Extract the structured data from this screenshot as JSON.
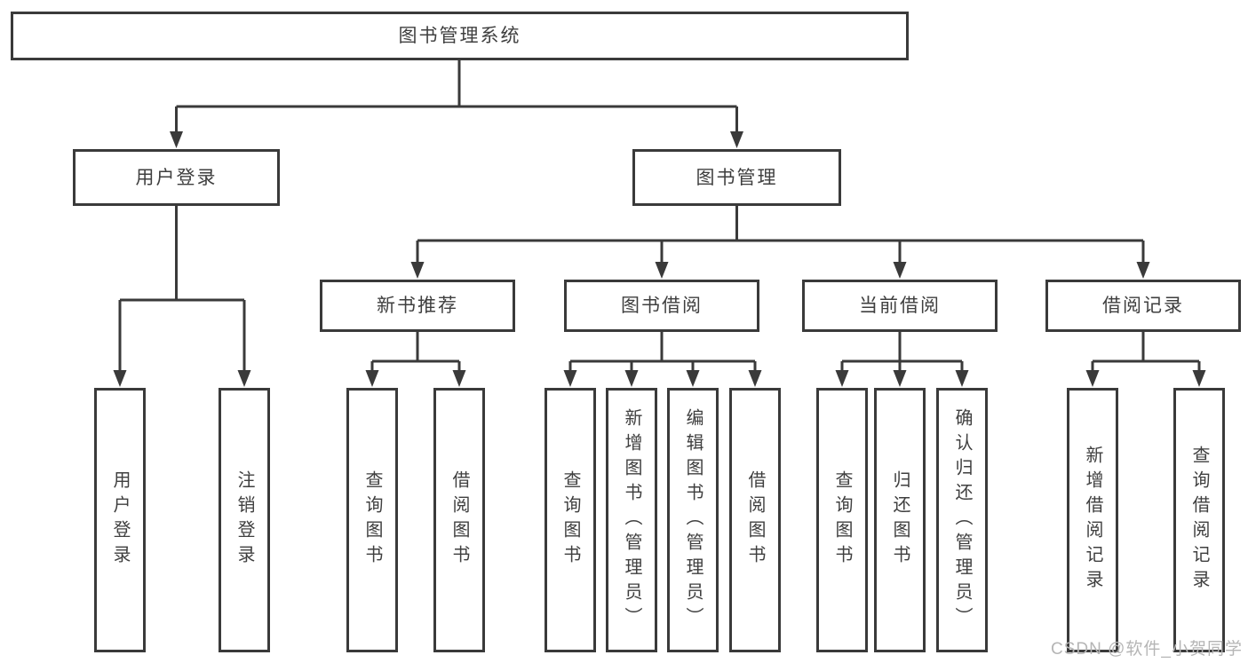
{
  "tree": {
    "label": "图书管理系统",
    "children": [
      {
        "label": "用户登录",
        "children": [
          {
            "label": "用户登录"
          },
          {
            "label": "注销登录"
          }
        ]
      },
      {
        "label": "图书管理",
        "children": [
          {
            "label": "新书推荐",
            "children": [
              {
                "label": "查询图书"
              },
              {
                "label": "借阅图书"
              }
            ]
          },
          {
            "label": "图书借阅",
            "children": [
              {
                "label": "查询图书"
              },
              {
                "label": "新增图书（管理员）"
              },
              {
                "label": "编辑图书（管理员）"
              },
              {
                "label": "借阅图书"
              }
            ]
          },
          {
            "label": "当前借阅",
            "children": [
              {
                "label": "查询图书"
              },
              {
                "label": "归还图书"
              },
              {
                "label": "确认归还（管理员）"
              }
            ]
          },
          {
            "label": "借阅记录",
            "children": [
              {
                "label": "新增借阅记录"
              },
              {
                "label": "查询借阅记录"
              }
            ]
          }
        ]
      }
    ]
  },
  "watermark": {
    "text": "CSDN @软件_小贺同学"
  },
  "colors": {
    "line": "#3a3a3a",
    "box_border": "#3a3a3a",
    "text": "#3f3f3f",
    "watermark": "#b5b5b5",
    "background": "#ffffff"
  }
}
